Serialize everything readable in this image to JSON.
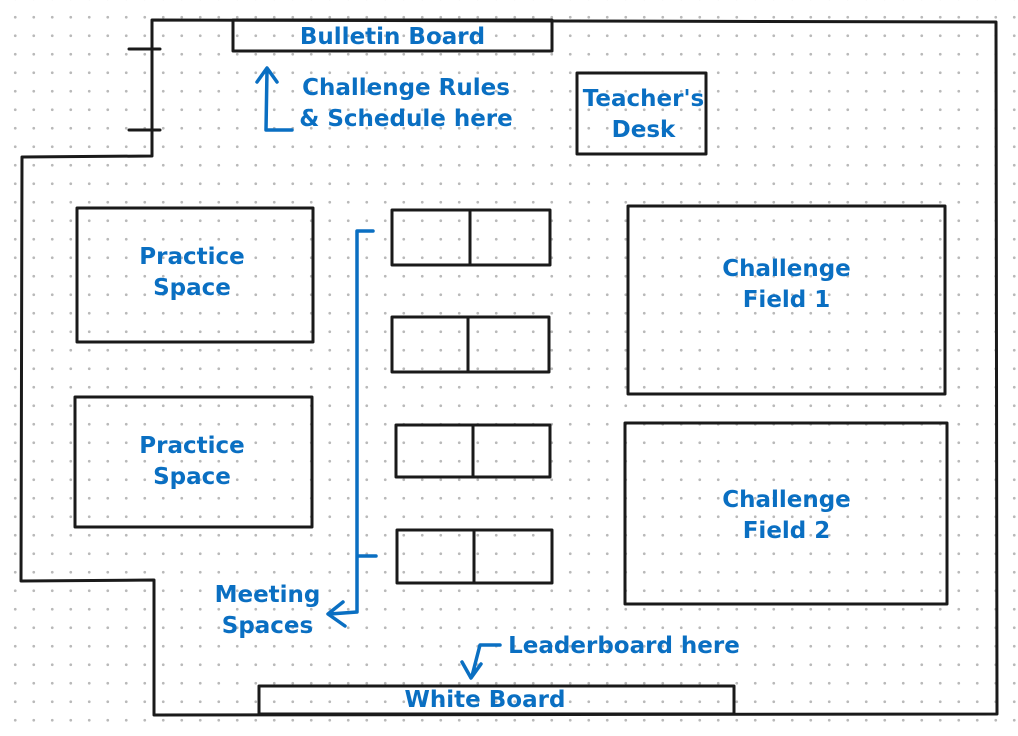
{
  "colors": {
    "ink": "#1a1a1a",
    "annotation": "#0a6fc2",
    "background": "#ffffff",
    "dots": "#b9b9b9"
  },
  "labels": {
    "bulletin_board": "Bulletin Board",
    "rules_note": [
      "Challenge Rules",
      "& Schedule here"
    ],
    "teachers_desk": [
      "Teacher's",
      "Desk"
    ],
    "practice_space_1": [
      "Practice",
      "Space"
    ],
    "practice_space_2": [
      "Practice",
      "Space"
    ],
    "challenge_field_1": [
      "Challenge",
      "Field 1"
    ],
    "challenge_field_2": [
      "Challenge",
      "Field 2"
    ],
    "meeting_spaces": [
      "Meeting",
      "Spaces"
    ],
    "leaderboard_note": "Leaderboard here",
    "white_board": "White Board"
  },
  "meeting_tables": {
    "rows": 4,
    "seats_per_row": 2
  }
}
